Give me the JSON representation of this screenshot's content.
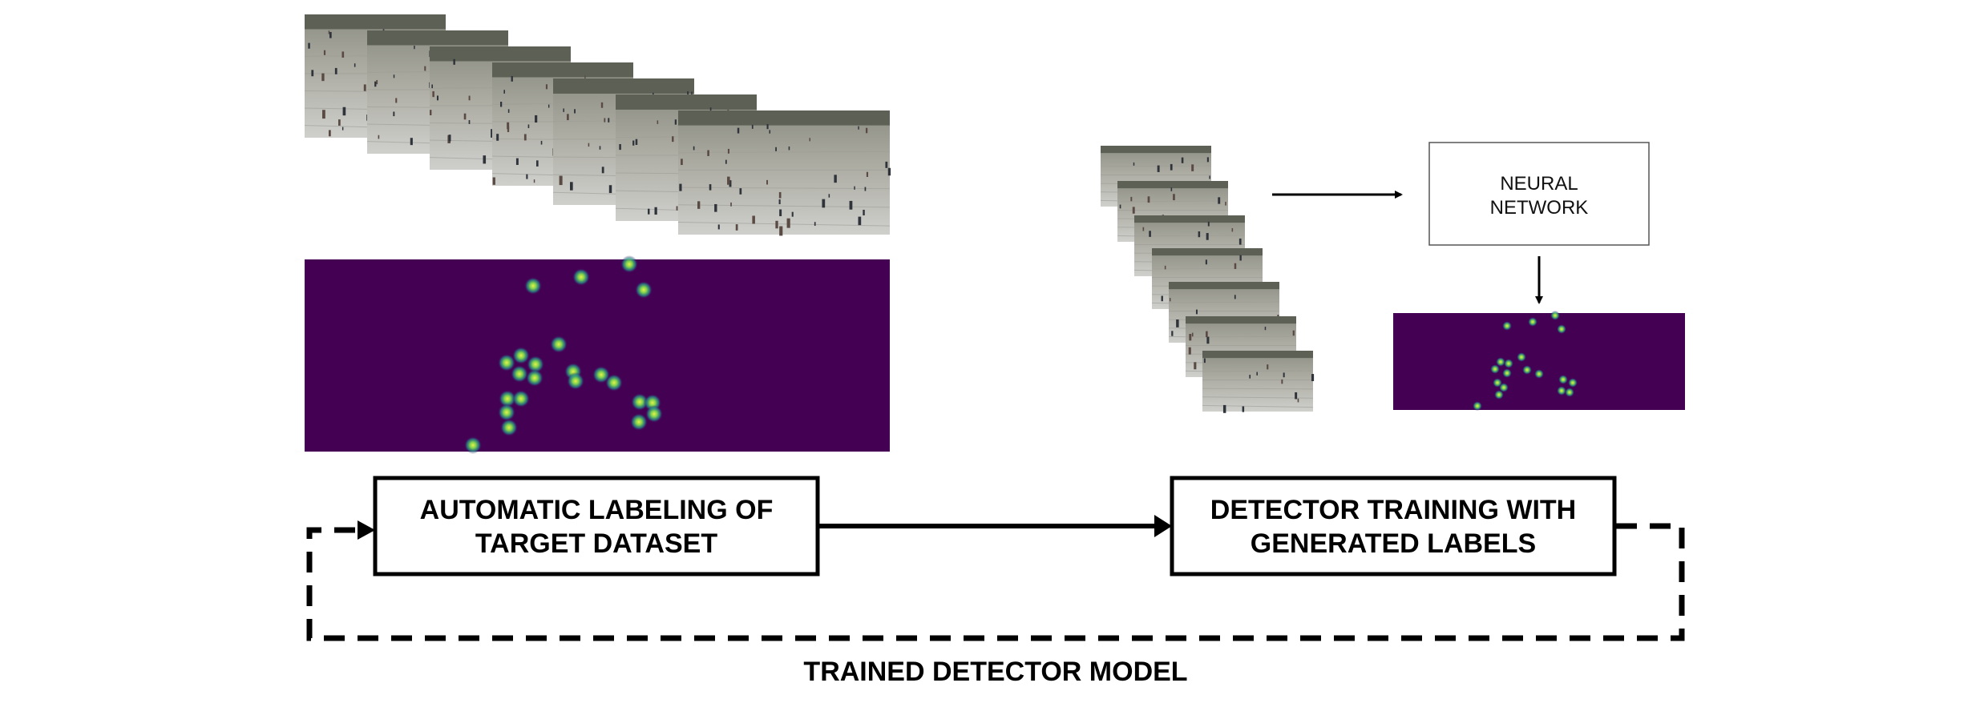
{
  "boxes": {
    "auto_labeling": {
      "line1": "AUTOMATIC LABELING OF",
      "line2": "TARGET DATASET"
    },
    "detector_training": {
      "line1": "DETECTOR TRAINING WITH",
      "line2": "GENERATED LABELS"
    },
    "neural_network": {
      "line1": "NEURAL",
      "line2": "NETWORK"
    }
  },
  "loop_label": "TRAINED DETECTOR MODEL",
  "colors": {
    "heatmap_bg": "#440154",
    "heat_glow": "#2fb47c",
    "heat_peak": "#b5de2b",
    "line": "#000000",
    "paving": "#b9b9b6",
    "crowd": "#3b3f48"
  }
}
